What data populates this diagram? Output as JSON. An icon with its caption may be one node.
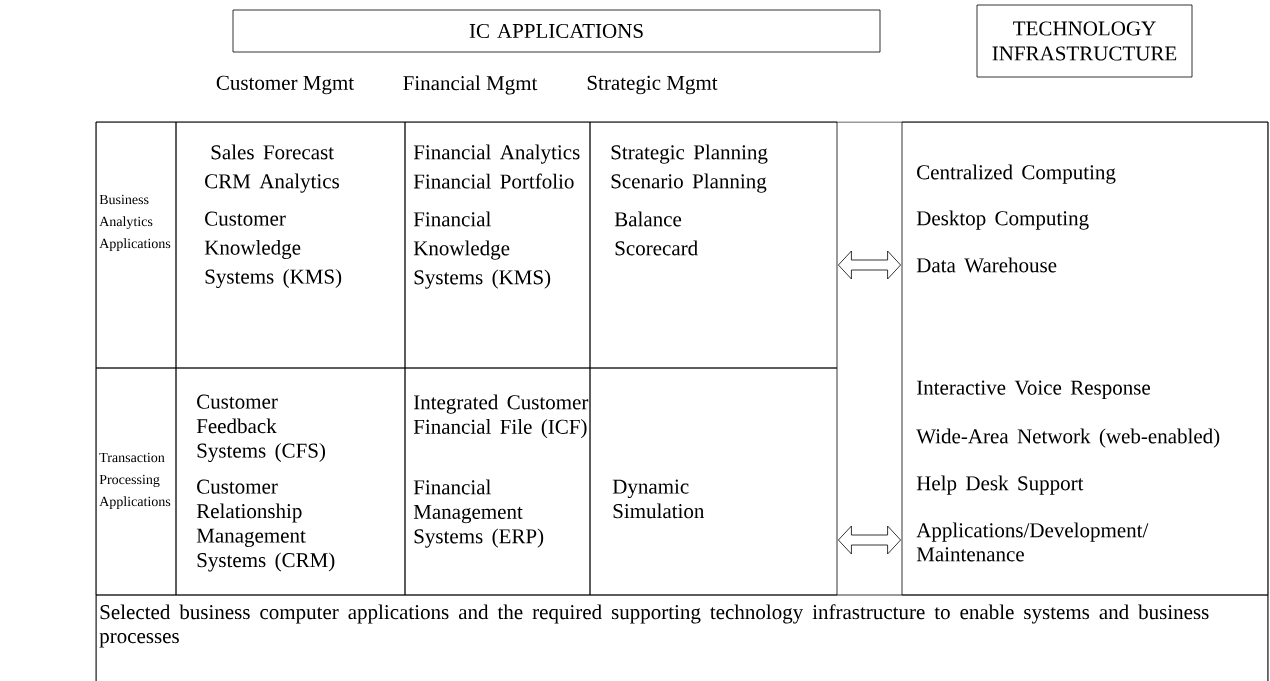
{
  "diagram": {
    "nodes": [
      {
        "text": [
          "IC APPLICATIONS"
        ]
      },
      {
        "text": [
          "TECHNOLOGY INFRASTRUCTURE"
        ]
      },
      {
        "text": [
          "Business Analytics Applications"
        ]
      },
      {
        "text": [
          "Sales Forecast",
          "CRM Analytics",
          "Customer Knowledge Systems (KMS)"
        ]
      },
      {
        "text": [
          "Financial Analytics",
          "Financial Portfolio",
          "Financial Knowledge Systems (KMS)"
        ]
      },
      {
        "text": [
          "Strategic Planning",
          "Scenario Planning",
          "Balance Scorecard"
        ]
      },
      {
        "text": [
          "Transaction Processing Applications"
        ]
      },
      {
        "text": [
          "Customer Feedback Systems (CFS)",
          "Customer Relationship Management Systems (CRM)"
        ]
      },
      {
        "text": [
          "Integrated Customer Financial File (ICF)",
          "Financial Management Systems (ERP)"
        ]
      },
      {
        "text": [
          "Dynamic Simulation"
        ]
      },
      {
        "text": [
          "Centralized Computing",
          "Desktop Computing",
          "Data Warehouse",
          "Interactive Voice Response",
          "Wide-Area Network (web-enabled)",
          "Help Desk Support",
          "Applications/Development/ Maintenance"
        ]
      }
    ],
    "edges": [
      {
        "from": 5,
        "to": 10,
        "arrow": "both"
      },
      {
        "from": 9,
        "to": 10,
        "arrow": "both"
      }
    ],
    "labels": [
      "Customer Mgmt",
      "Financial Mgmt",
      "Strategic Mgmt"
    ],
    "caption": "Selected business computer applications and the required supporting technology infrastructure to enable systems and business processes"
  }
}
